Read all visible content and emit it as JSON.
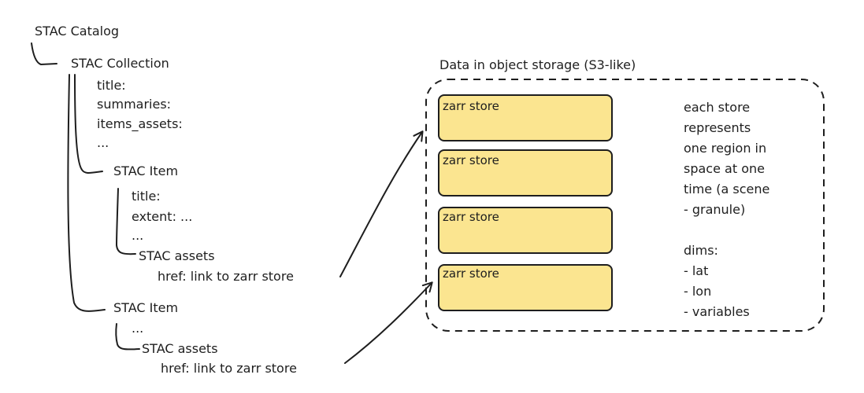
{
  "tree": {
    "catalog": "STAC Catalog",
    "collection": "STAC Collection",
    "collection_fields": [
      "title:",
      "summaries:",
      "items_assets:",
      "..."
    ],
    "item1": {
      "label": "STAC Item",
      "fields": [
        "title:",
        "extent: ...",
        "..."
      ],
      "assets": "STAC assets",
      "href": "href: link to zarr store"
    },
    "item2": {
      "label": "STAC Item",
      "fields": [
        "..."
      ],
      "assets": "STAC assets",
      "href": "href: link to zarr store"
    }
  },
  "storage": {
    "title": "Data in object storage (S3-like)",
    "stores": [
      "zarr store",
      "zarr store",
      "zarr store",
      "zarr store"
    ],
    "store_color": "#fbe590",
    "note_lines": [
      "each store",
      "represents",
      "one region in",
      "space at one",
      "time (a scene",
      "- granule)",
      "",
      "dims:",
      "- lat",
      "- lon",
      "- variables"
    ]
  }
}
